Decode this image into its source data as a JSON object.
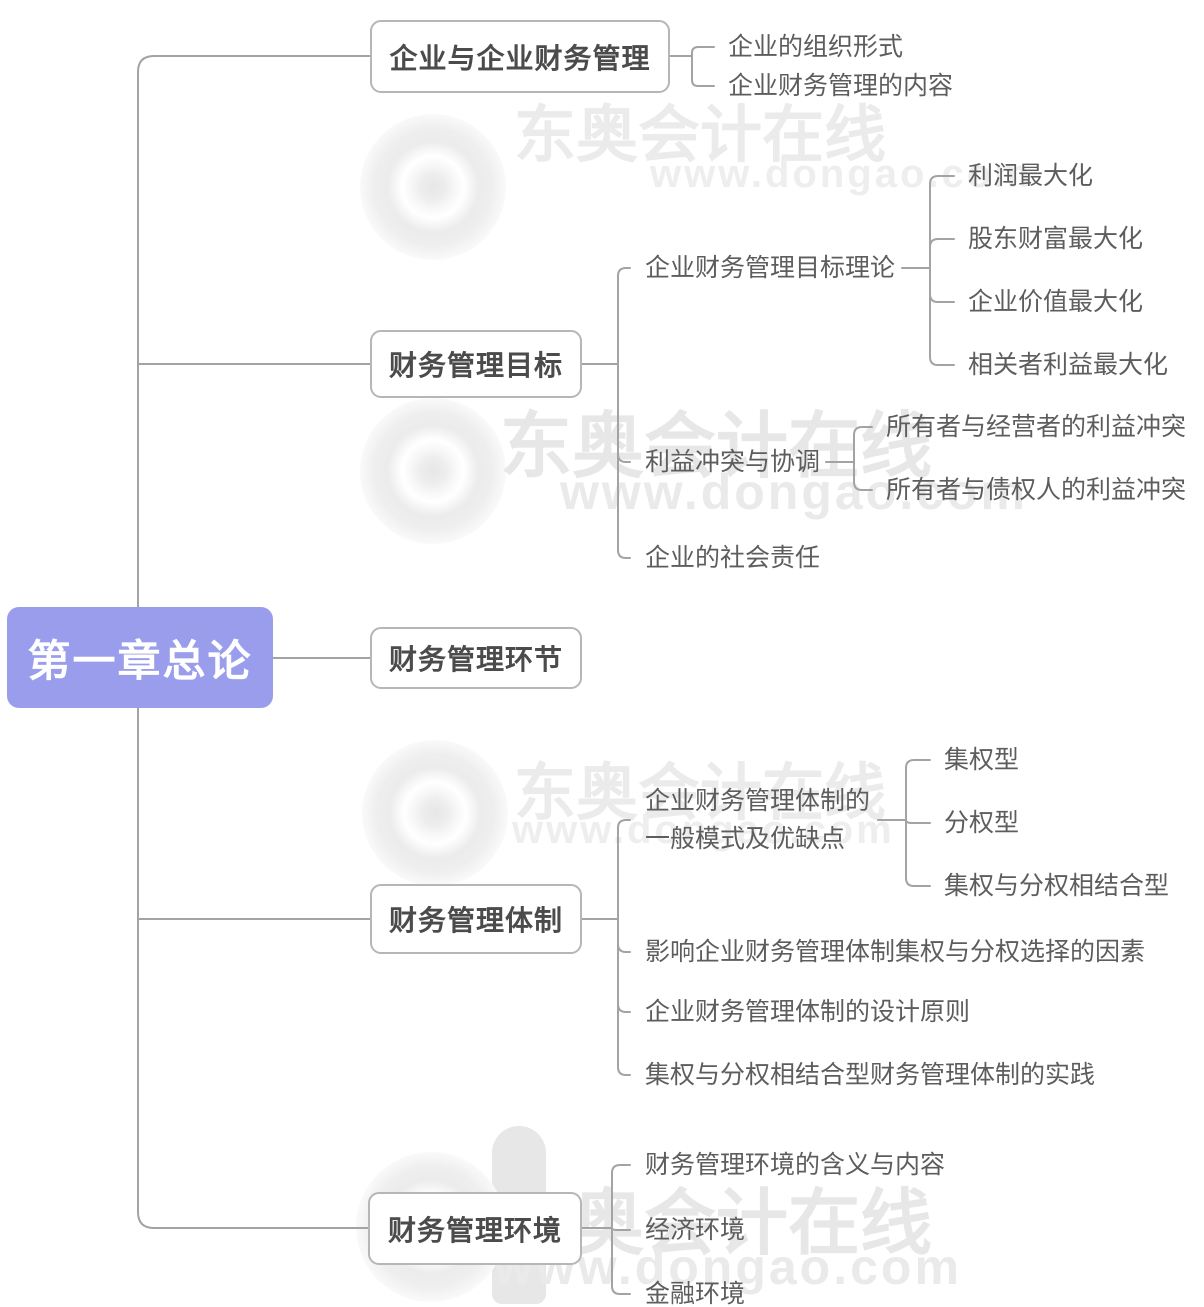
{
  "root": {
    "label": "第一章总论"
  },
  "branches": [
    {
      "label": "企业与企业财务管理",
      "children": [
        {
          "label": "企业的组织形式"
        },
        {
          "label": "企业财务管理的内容"
        }
      ]
    },
    {
      "label": "财务管理目标",
      "children": [
        {
          "label": "企业财务管理目标理论",
          "children": [
            {
              "label": "利润最大化"
            },
            {
              "label": "股东财富最大化"
            },
            {
              "label": "企业价值最大化"
            },
            {
              "label": "相关者利益最大化"
            }
          ]
        },
        {
          "label": "利益冲突与协调",
          "children": [
            {
              "label": "所有者与经营者的利益冲突"
            },
            {
              "label": "所有者与债权人的利益冲突"
            }
          ]
        },
        {
          "label": "企业的社会责任"
        }
      ]
    },
    {
      "label": "财务管理环节",
      "children": []
    },
    {
      "label": "财务管理体制",
      "children": [
        {
          "label": "企业财务管理体制的一般模式及优缺点",
          "children": [
            {
              "label": "集权型"
            },
            {
              "label": "分权型"
            },
            {
              "label": "集权与分权相结合型"
            }
          ]
        },
        {
          "label": "影响企业财务管理体制集权与分权选择的因素"
        },
        {
          "label": "企业财务管理体制的设计原则"
        },
        {
          "label": "集权与分权相结合型财务管理体制的实践"
        }
      ]
    },
    {
      "label": "财务管理环境",
      "children": [
        {
          "label": "财务管理环境的含义与内容"
        },
        {
          "label": "经济环境"
        },
        {
          "label": "金融环境"
        }
      ]
    }
  ],
  "watermark": {
    "brand": "东奥会计在线",
    "url": "www.dongao.com"
  },
  "colors": {
    "root_bg": "#9A9DEB",
    "root_text": "#ffffff",
    "box_border": "#b6b6b6",
    "box_text": "#4b4b4b",
    "leaf_text": "#5d5d5d",
    "connector": "#a3a3a3",
    "watermark": "#ebebeb"
  }
}
